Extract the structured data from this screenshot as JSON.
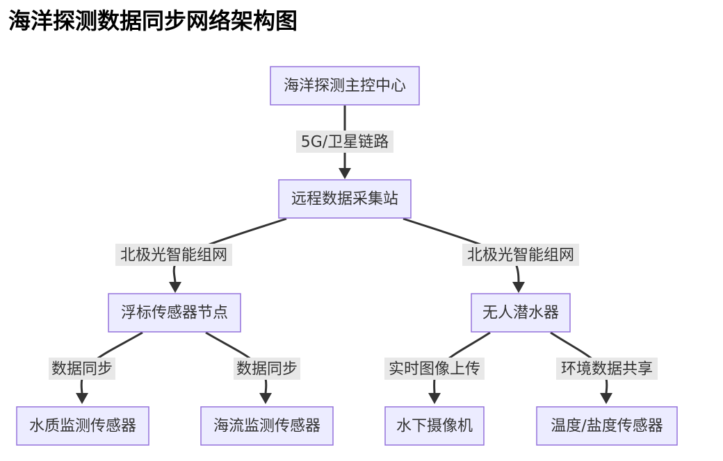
{
  "title": "海洋探测数据同步网络架构图",
  "nodes": {
    "control": "海洋探测主控中心",
    "station": "远程数据采集站",
    "buoy": "浮标传感器节点",
    "auv": "无人潜水器",
    "water_quality": "水质监测传感器",
    "current": "海流监测传感器",
    "camera": "水下摄像机",
    "temp_salinity": "温度/盐度传感器"
  },
  "edges": {
    "control_station": "5G/卫星链路",
    "station_buoy": "北极光智能组网",
    "station_auv": "北极光智能组网",
    "buoy_water": "数据同步",
    "buoy_current": "数据同步",
    "auv_camera": "实时图像上传",
    "auv_temp": "环境数据共享"
  },
  "colors": {
    "node_fill": "#ececff",
    "node_stroke": "#9370db",
    "edge": "#333333",
    "label_bg": "#e8e8e8"
  }
}
